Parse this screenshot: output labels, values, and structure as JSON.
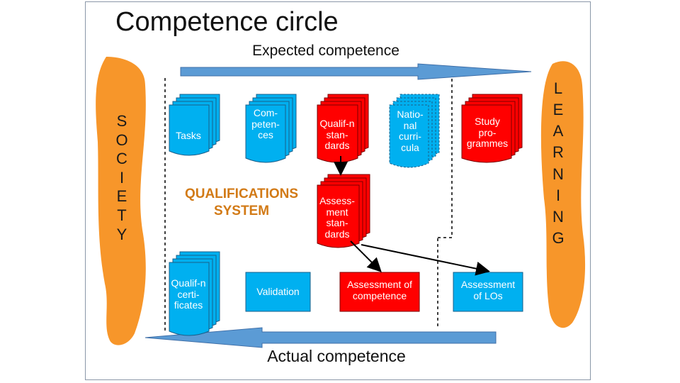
{
  "title": "Competence circle",
  "arrows": {
    "expected": "Expected competence",
    "actual": "Actual competence"
  },
  "sides": {
    "society": [
      "S",
      "O",
      "C",
      "I",
      "E",
      "T",
      "Y"
    ],
    "learning": [
      "L",
      "E",
      "A",
      "R",
      "N",
      "I",
      "N",
      "G"
    ]
  },
  "system_label": "QUALIFICATIONS SYSTEM",
  "nodes": {
    "tasks": "Tasks",
    "competences": "Com-\npeten-\nces",
    "qualif_standards": "Qualif-n\nstan-\ndards",
    "national_curricula": "Natio-\nnal\ncurri-\ncula",
    "study_programmes": "Study\npro-\ngrammes",
    "assessment_standards": "Assess-\nment\nstan-\ndards",
    "qualif_certificates": "Qualif-n\ncerti-\nficates",
    "validation": "Validation",
    "assessment_competence": "Assessment of\ncompetence",
    "assessment_los": "Assessment\nof LOs"
  },
  "colors": {
    "blue": "#00b0f0",
    "red": "#ff0000",
    "orange": "#f7962a",
    "arrow_blue": "#5b9bd5"
  }
}
